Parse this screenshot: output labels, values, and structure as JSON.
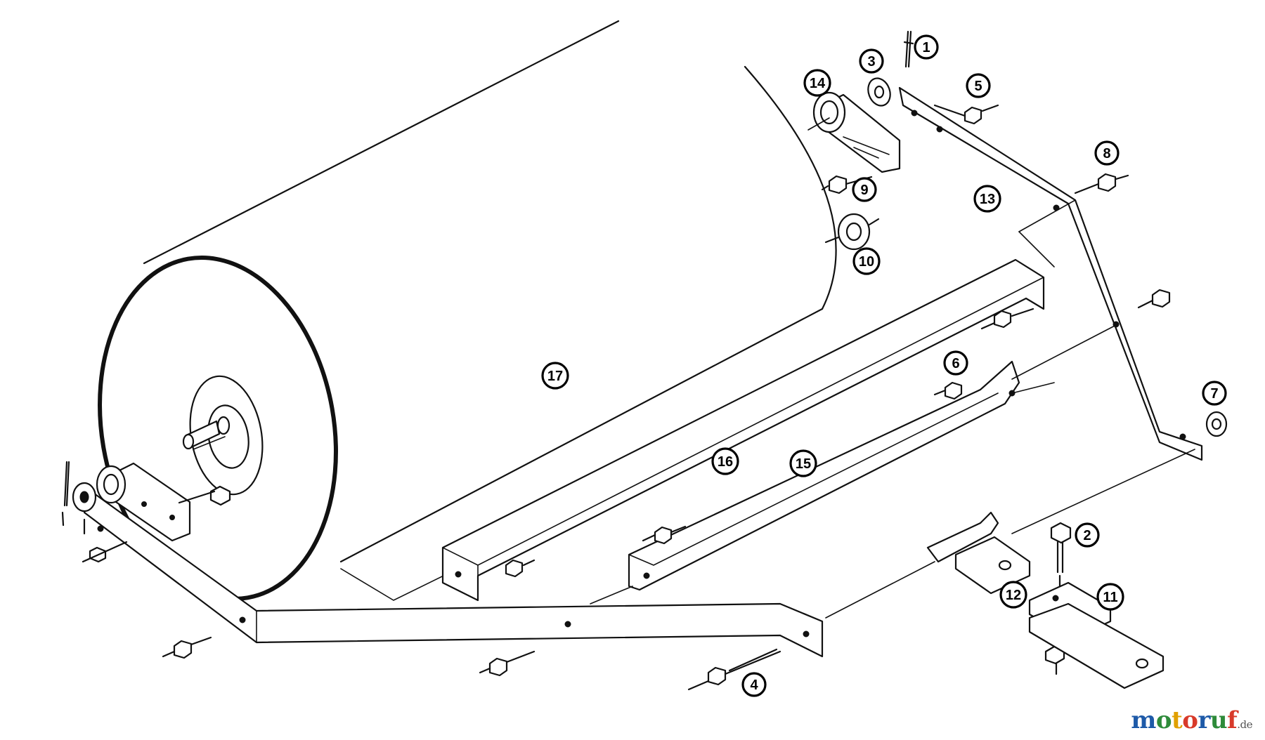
{
  "diagram": {
    "parts": [
      {
        "id": "1",
        "label": "1"
      },
      {
        "id": "2",
        "label": "2"
      },
      {
        "id": "3",
        "label": "3"
      },
      {
        "id": "4",
        "label": "4"
      },
      {
        "id": "5",
        "label": "5"
      },
      {
        "id": "6",
        "label": "6"
      },
      {
        "id": "7",
        "label": "7"
      },
      {
        "id": "8",
        "label": "8"
      },
      {
        "id": "9",
        "label": "9"
      },
      {
        "id": "10",
        "label": "10"
      },
      {
        "id": "11",
        "label": "11"
      },
      {
        "id": "12",
        "label": "12"
      },
      {
        "id": "13",
        "label": "13"
      },
      {
        "id": "14",
        "label": "14"
      },
      {
        "id": "15",
        "label": "15"
      },
      {
        "id": "16",
        "label": "16"
      },
      {
        "id": "17",
        "label": "17"
      }
    ]
  },
  "watermark": {
    "brand": "motoruf",
    "suffix": ".de",
    "letter_colors": [
      "#1e5aa8",
      "#2e8b3a",
      "#e0a000",
      "#d83a2a",
      "#1e5aa8",
      "#2e8b3a",
      "#d83a2a"
    ]
  }
}
